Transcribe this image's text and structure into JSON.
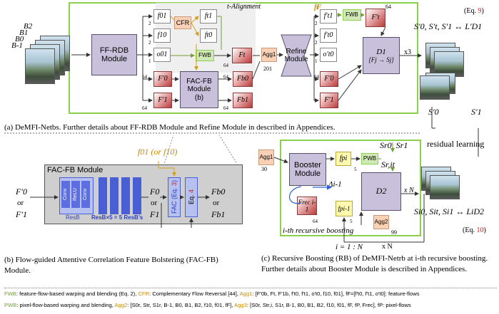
{
  "top": {
    "input_labels": [
      "B2",
      "B1",
      "B0",
      "B-1"
    ],
    "ff_rdb": "FF-RDB Module",
    "f01": "f01",
    "f10": "f10",
    "o01": "o01",
    "f_t1": "ft1",
    "f_t0": "ft0",
    "cfr": "CFR",
    "fwb": "FWB",
    "t_alignment": "t-Alignment",
    "F_t": "Ft",
    "F0p": "F′0",
    "F1p": "F′1",
    "facfb_title": "FAC-FB Module",
    "facfb_sub": "(b)",
    "Fb0": "Fb0",
    "Fb1": "Fb1",
    "agg": "Agg1",
    "n201": "201",
    "refine": "Refine Module",
    "fF": "fF",
    "fp_t1": "f′t1",
    "fp_t0": "f′t0",
    "o_t0": "o′t0",
    "Fp_t": "F′t",
    "Fp_0": "F′0",
    "Fp_1": "F′1",
    "fwb2": "FWB",
    "D1": "D1",
    "D1_sub": "[Fj → Sj]",
    "x3": "x3",
    "n64": "64",
    "ch": [
      "2",
      "2",
      "1",
      "64",
      "64",
      "64",
      "64",
      "64",
      "64",
      "64",
      "64",
      "64",
      "2",
      "2",
      "1",
      "64"
    ],
    "out_eq": "S′0, S′t, S′1 ↔ L′D1",
    "eq9_open": "(Eq. ",
    "eq9_num": "9",
    "eq9_close": ")"
  },
  "caption_a": "(a) DeMFI-Netbs. Further details about FF-RDB Module and Refine Module in described in Appendices.",
  "b_panel": {
    "f_label": "f01 (or f10)",
    "module_title": "FAC-FB Module",
    "in_top": "F′0",
    "or1": "or",
    "in_bot": "F′1",
    "conv1": "Conv",
    "relu": "ReLU",
    "conv2": "Conv",
    "resb": "ResB",
    "resbs": "ResB×5 = 5 ResB’s",
    "F0": "F0",
    "or2": "or",
    "F1": "F1",
    "fac": "FAC (Eq. 3)",
    "fac_eq_num": "3",
    "eq4": "Eq. 4",
    "out_top": "Fb0",
    "or3": "or",
    "out_bot": "Fb1"
  },
  "caption_b": "(b) Flow-guided Attentive Correlation Feature Bolstering (FAC-FB) Module.",
  "c_panel": {
    "residual": "residual learning",
    "s0_mid": "S′0",
    "s1_mid": "S′1",
    "agg": "Agg1",
    "n30": "30",
    "booster": "Booster Module",
    "fpi": "fpi",
    "fpi1": "fpi-1",
    "pwb": "PWB",
    "S_top": "Sr0, Sr1",
    "S_mid": "Sr,it",
    "delta": "Δi-1",
    "Frec": "Frec i-1",
    "D2": "D2",
    "agg2": "Agg2",
    "n99": "99",
    "n5a": "5",
    "n5b": "5",
    "n64": "64",
    "recursive": "i-th recursive boosting",
    "i_range": "i = 1 : N",
    "xN": "x N",
    "xN2": "x N",
    "out_eq": "Si0, Sit, Si1 ↔ LiD2",
    "eq10_open": "(Eq. ",
    "eq10_num": "10",
    "eq10_close": ")"
  },
  "caption_c": "(c) Recursive Boosting (RB) of DeMFI-Netrb at i-th recursive boosting. Further details about Booster Module is described in Appendices.",
  "legend": {
    "line1_fwb": "FWB",
    "line1_a": ": feature-flow-based warping and blending (Eq. 2),",
    "line1_cfr": "CFR",
    "line1_b": ": Complementary Flow Reversal [44],",
    "line1_agg": "Agg1",
    "line1_c": ": [F′0b, Ft, F′1b, f′t0, f′t1, o′t0, f10, f01],",
    "line1_ff": "fF=[f′t0, f′t1, o′t0]",
    "line1_d": ": feature-flows",
    "line2_pwb": "PWB",
    "line2_a": ": pixel-flow-based warping and blending,",
    "line2_agg2": "Agg2",
    "line2_b": ": [S0r, Str, S1r, B-1, B0, B1, B2, f10, f01, fF],",
    "line2_agg3": "Agg3",
    "line2_c": ": [S0r, Str,i, S1r, B-1, B0, B1, B2, f10, f01, fF, fP, Frec],",
    "line2_fp": "fP",
    "line2_d": ": pixel-flows"
  },
  "colors": {
    "green_frame": "#8bd04c",
    "purple": "#c9c1dc",
    "peach": "#fbd1b5",
    "yellow": "#fff9b0",
    "orange": "#d4a017",
    "red_eq": "#d81e1e",
    "blue_fac": "#4a5fd6"
  }
}
